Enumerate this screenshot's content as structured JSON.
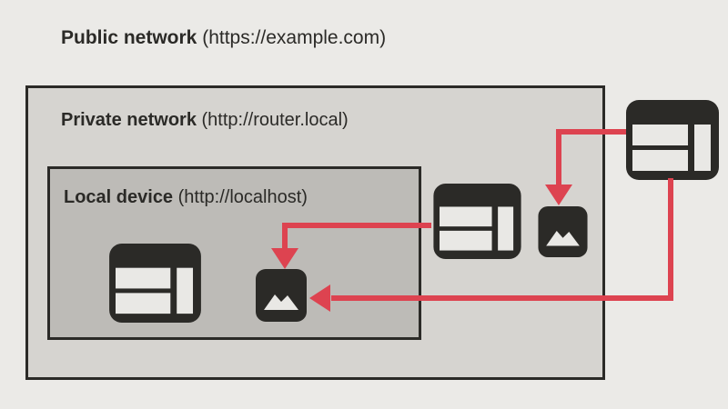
{
  "labels": {
    "public_network": {
      "name": "Public network",
      "url": "(https://example.com)"
    },
    "private_network": {
      "name": "Private network",
      "url": "(http://router.local)"
    },
    "local_device": {
      "name": "Local device",
      "url": "(http://localhost)"
    }
  },
  "colors": {
    "page_bg": "#ebeae7",
    "private_zone_bg": "#d6d4d0",
    "local_zone_bg": "#bdbbb7",
    "ink": "#2b2a27",
    "icon_cutout": "#e9e8e5",
    "arrow_red": "#dd4350"
  },
  "nodes": [
    {
      "id": "local-browser",
      "icon": "browser-window-icon",
      "zone": "local_device"
    },
    {
      "id": "local-image",
      "icon": "image-icon",
      "zone": "local_device"
    },
    {
      "id": "private-browser",
      "icon": "browser-window-icon",
      "zone": "private_network"
    },
    {
      "id": "private-image",
      "icon": "image-icon",
      "zone": "private_network"
    },
    {
      "id": "public-browser",
      "icon": "browser-window-icon",
      "zone": "public_network"
    }
  ],
  "arrows": [
    {
      "from": "private-browser",
      "to": "local-image",
      "color": "#dd4350"
    },
    {
      "from": "public-browser",
      "to": "private-image",
      "color": "#dd4350"
    },
    {
      "from": "public-browser",
      "to": "local-image",
      "color": "#dd4350"
    }
  ]
}
